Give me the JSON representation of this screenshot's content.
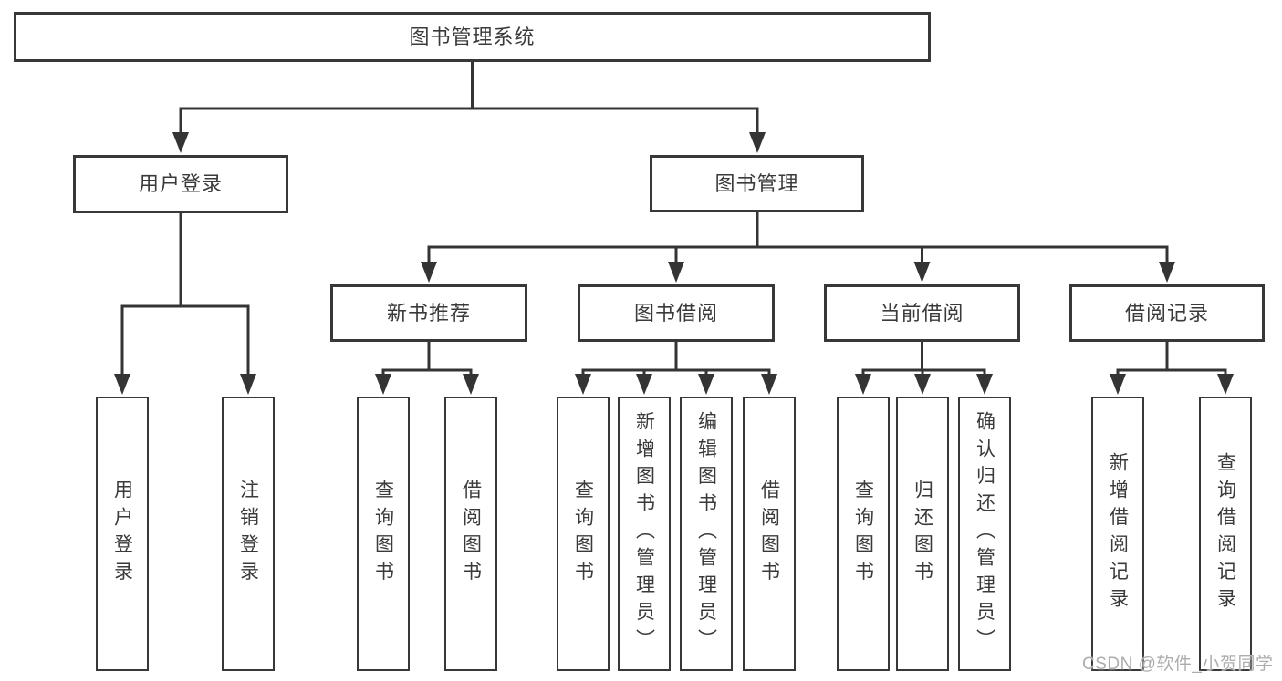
{
  "watermark": "CSDN @软件_小贺同学",
  "colors": {
    "line": "#343434",
    "box_border": "#383838",
    "text": "#3a3a3a",
    "watermark": "#adadad",
    "background": "#ffffff"
  },
  "tree": {
    "root": "图书管理系统",
    "branches": [
      {
        "label": "用户登录",
        "children": [
          "用户登录",
          "注销登录"
        ]
      },
      {
        "label": "图书管理",
        "sections": [
          {
            "label": "新书推荐",
            "children": [
              "查询图书",
              "借阅图书"
            ]
          },
          {
            "label": "图书借阅",
            "children": [
              "查询图书",
              "新增图书（管理员）",
              "编辑图书（管理员）",
              "借阅图书"
            ]
          },
          {
            "label": "当前借阅",
            "children": [
              "查询图书",
              "归还图书",
              "确认归还（管理员）"
            ]
          },
          {
            "label": "借阅记录",
            "children": [
              "新增借阅记录",
              "查询借阅记录"
            ]
          }
        ]
      }
    ]
  }
}
